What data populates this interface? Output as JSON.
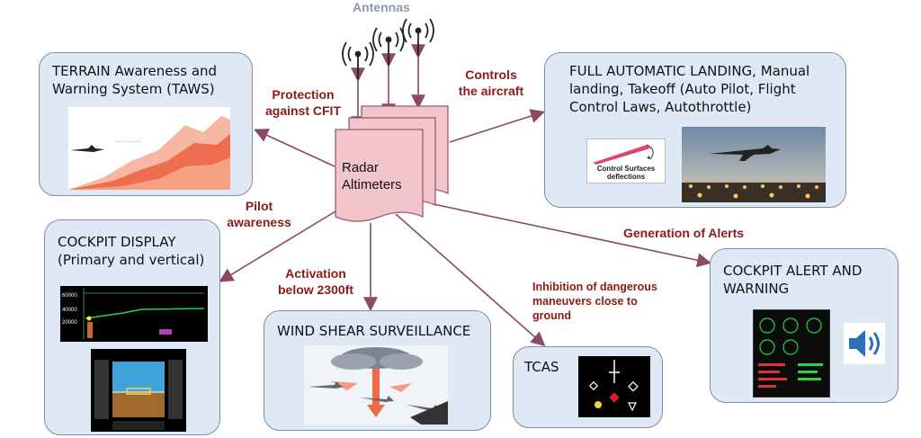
{
  "antennas_label": "Antennas",
  "center": {
    "line1": "Radar",
    "line2": "Altimeters"
  },
  "boxes": {
    "taws": {
      "line1": "TERRAIN Awareness and",
      "line2": "Warning System (TAWS)"
    },
    "landing": {
      "line1": "FULL AUTOMATIC LANDING, Manual",
      "line2": "landing, Takeoff (Auto Pilot, Flight",
      "line3": "Control Laws, Autothrottle)",
      "inset_line1": "Control Surfaces",
      "inset_line2": "deflections"
    },
    "cockpit_display": {
      "line1": "COCKPIT DISPLAY",
      "line2": "(Primary and vertical)"
    },
    "wind_shear": {
      "title": "WIND SHEAR SURVEILLANCE"
    },
    "tcas": {
      "title": "TCAS"
    },
    "alert": {
      "line1": "COCKPIT ALERT AND",
      "line2": "WARNING"
    }
  },
  "arrow_labels": {
    "cfit": {
      "line1": "Protection",
      "line2": "against CFIT"
    },
    "controls": {
      "line1": "Controls",
      "line2": "the aircraft"
    },
    "pilot": {
      "line1": "Pilot",
      "line2": "awareness"
    },
    "activation": {
      "line1": "Activation",
      "line2": "below 2300ft"
    },
    "inhibition": {
      "line1": "Inhibition of dangerous",
      "line2": "maneuvers close to",
      "line3": "ground"
    },
    "alerts": {
      "text": "Generation of Alerts"
    }
  },
  "colors": {
    "arrow": "#8a4a66",
    "label": "#8b1a1a",
    "box_fill": "#dfe9f5",
    "box_border": "#7d8da6",
    "radar_fill": "#f2c4cc"
  }
}
